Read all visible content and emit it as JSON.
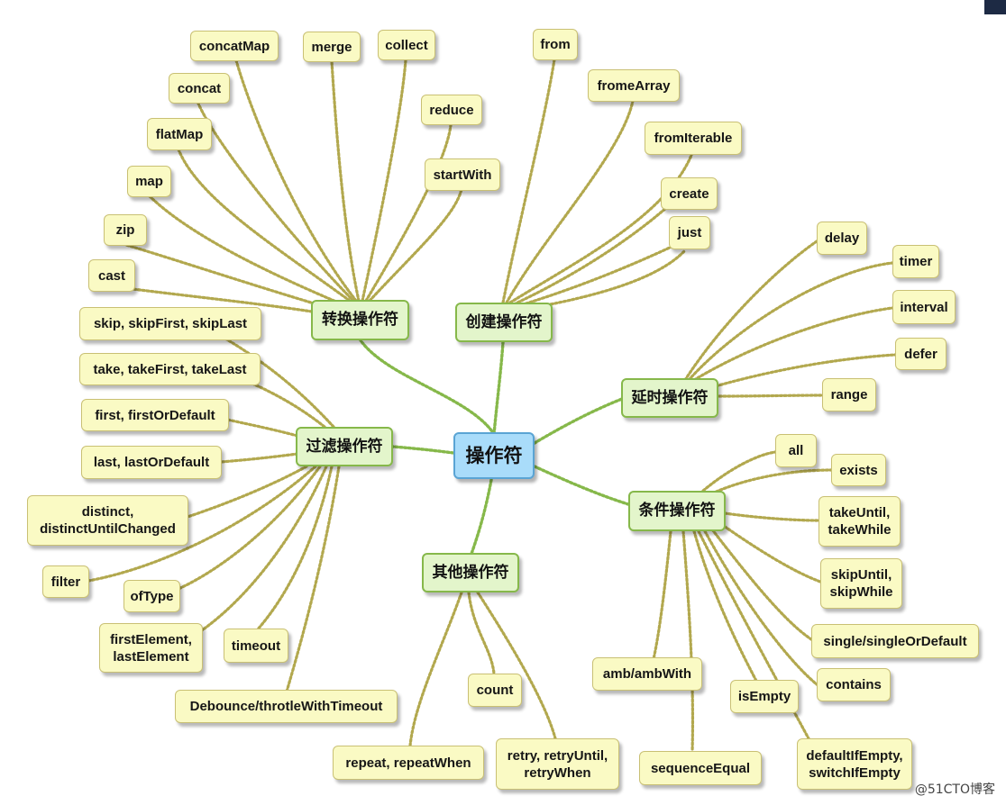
{
  "root": {
    "label": "操作符"
  },
  "categories": {
    "convert": {
      "label": "转换操作符"
    },
    "create": {
      "label": "创建操作符"
    },
    "filter": {
      "label": "过滤操作符"
    },
    "delay": {
      "label": "延时操作符"
    },
    "cond": {
      "label": "条件操作符"
    },
    "other": {
      "label": "其他操作符"
    }
  },
  "operators": {
    "convert": [
      "concatMap",
      "merge",
      "collect",
      "concat",
      "reduce",
      "flatMap",
      "startWith",
      "map",
      "zip",
      "cast"
    ],
    "create": [
      "from",
      "fromeArray",
      "fromIterable",
      "create",
      "just"
    ],
    "filter": [
      "skip, skipFirst, skipLast",
      "take, takeFirst, takeLast",
      "first, firstOrDefault",
      "last, lastOrDefault",
      "distinct,\ndistinctUntilChanged",
      "filter",
      "ofType",
      "firstElement,\nlastElement",
      "timeout",
      "Debounce/throtleWithTimeout"
    ],
    "delay": [
      "delay",
      "timer",
      "interval",
      "defer",
      "range"
    ],
    "cond": [
      "all",
      "exists",
      "takeUntil,\ntakeWhile",
      "skipUntil,\nskipWhile",
      "single/singleOrDefault",
      "contains",
      "amb/ambWith",
      "isEmpty",
      "sequenceEqual",
      "defaultIfEmpty,\nswitchIfEmpty"
    ],
    "other": [
      "count",
      "repeat, repeatWhen",
      "retry, retryUntil,\nretryWhen"
    ]
  },
  "watermark": "@51CTO博客"
}
